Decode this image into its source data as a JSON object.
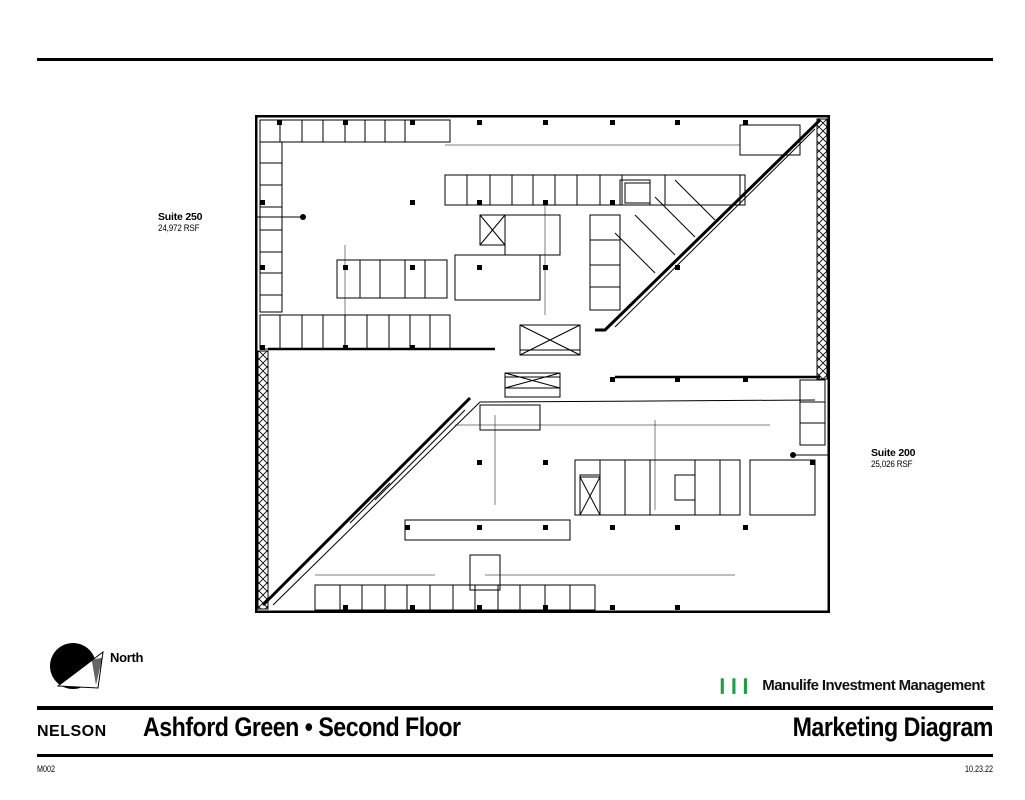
{
  "suites": [
    {
      "name": "Suite 250",
      "area": "24,972 RSF"
    },
    {
      "name": "Suite 200",
      "area": "25,026 RSF"
    }
  ],
  "compass": {
    "label": "North",
    "icon": "north-arrow-icon"
  },
  "brand": {
    "name": "Manulife Investment Management",
    "icon": "manulife-bars-icon",
    "color": "#1f9d44"
  },
  "footer": {
    "logo": "NELSON",
    "title": "Ashford Green • Second Floor",
    "diagram_type": "Marketing Diagram",
    "sheet_code": "M002",
    "date": "10.23.22"
  }
}
